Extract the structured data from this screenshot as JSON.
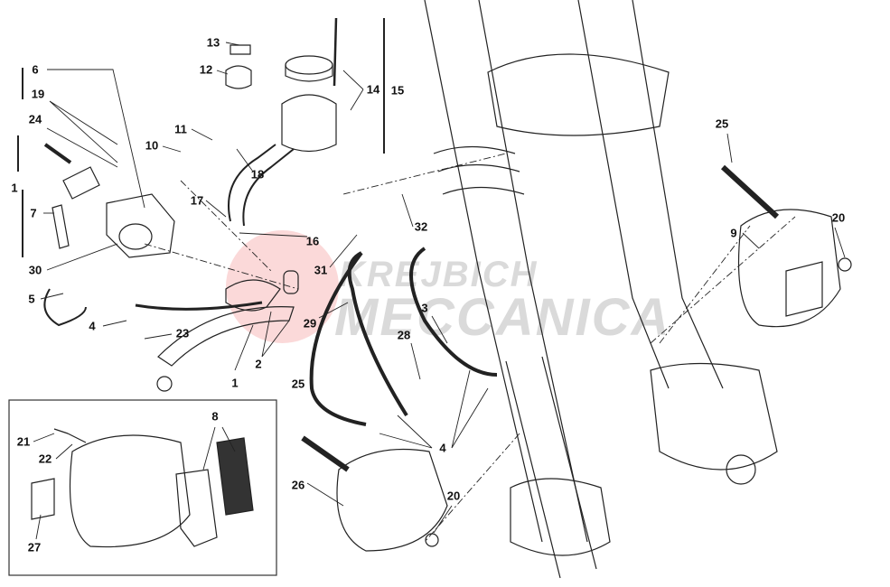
{
  "diagram": {
    "title": "Front brake system exploded view",
    "watermark": {
      "line1": "KREJBICH",
      "line2": "MECCANICA"
    },
    "callouts": [
      {
        "id": "13",
        "label": "13"
      },
      {
        "id": "12",
        "label": "12"
      },
      {
        "id": "14",
        "label": "14"
      },
      {
        "id": "15",
        "label": "15"
      },
      {
        "id": "6",
        "label": "6"
      },
      {
        "id": "19",
        "label": "19"
      },
      {
        "id": "24",
        "label": "24"
      },
      {
        "id": "1a",
        "label": "1"
      },
      {
        "id": "10",
        "label": "10"
      },
      {
        "id": "11",
        "label": "11"
      },
      {
        "id": "18",
        "label": "18"
      },
      {
        "id": "17",
        "label": "17"
      },
      {
        "id": "7",
        "label": "7"
      },
      {
        "id": "16",
        "label": "16"
      },
      {
        "id": "32",
        "label": "32"
      },
      {
        "id": "30",
        "label": "30"
      },
      {
        "id": "31",
        "label": "31"
      },
      {
        "id": "25a",
        "label": "25"
      },
      {
        "id": "20a",
        "label": "20"
      },
      {
        "id": "9",
        "label": "9"
      },
      {
        "id": "5",
        "label": "5"
      },
      {
        "id": "4a",
        "label": "4"
      },
      {
        "id": "23",
        "label": "23"
      },
      {
        "id": "29",
        "label": "29"
      },
      {
        "id": "3",
        "label": "3"
      },
      {
        "id": "28",
        "label": "28"
      },
      {
        "id": "1b",
        "label": "1"
      },
      {
        "id": "2",
        "label": "2"
      },
      {
        "id": "25b",
        "label": "25"
      },
      {
        "id": "4b",
        "label": "4"
      },
      {
        "id": "8",
        "label": "8"
      },
      {
        "id": "21",
        "label": "21"
      },
      {
        "id": "22",
        "label": "22"
      },
      {
        "id": "26",
        "label": "26"
      },
      {
        "id": "20b",
        "label": "20"
      },
      {
        "id": "27",
        "label": "27"
      }
    ]
  }
}
